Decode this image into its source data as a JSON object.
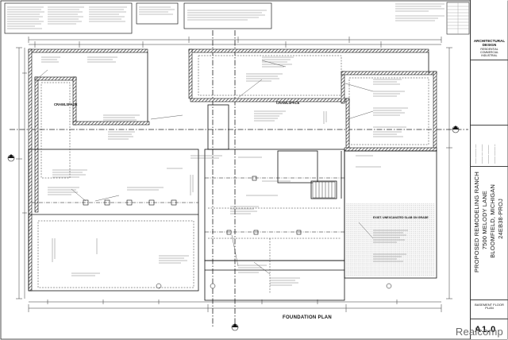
{
  "title_block": {
    "firm_name": "ARCHITECTURAL DESIGN",
    "firm_services": [
      "RESIDENTIAL",
      "COMMERCIAL",
      "INDUSTRIAL"
    ],
    "project_lines": [
      "PROPOSED REMODELING RANCH",
      "7500 MELODY LANE",
      "BLOOMFIELD, MICHIGAN",
      "24EB38-PROJ"
    ],
    "sheet_caption": [
      "BASEMENT FLOOR",
      "PLAN"
    ],
    "sheet_number": "A1.0"
  },
  "drawing": {
    "title": "FOUNDATION PLAN",
    "rooms": {
      "crawlspace_left": "CRAWLSPACE",
      "crawlspace_mid": "CRAWLSPACE",
      "existing_slab": "EXIST. UNEXCAVATED SLAB ON GRADE"
    }
  },
  "watermark": "Realcomp"
}
